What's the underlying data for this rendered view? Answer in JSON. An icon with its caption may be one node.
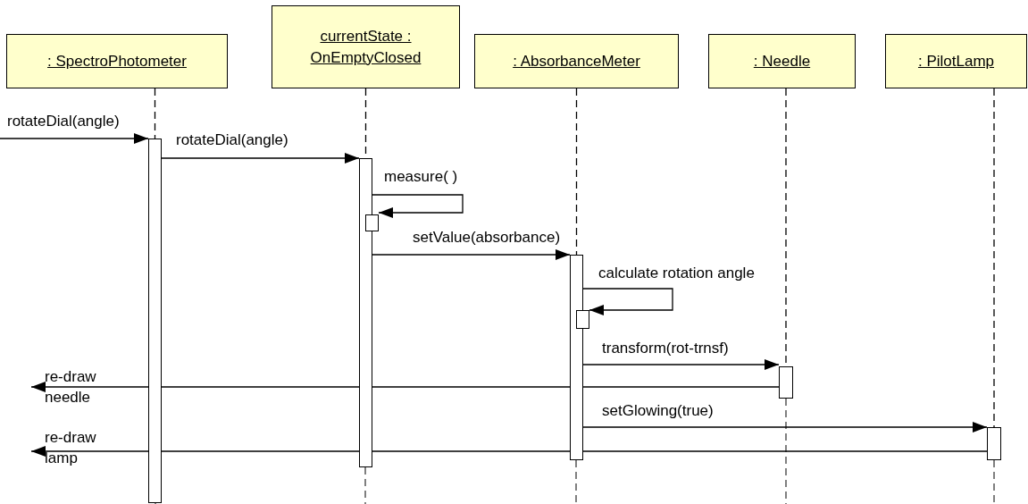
{
  "diagram": {
    "nodes": [
      {
        "text": [
          ": SpectroPhotometer"
        ]
      },
      {
        "text": [
          "currentState : OnEmptyClosed"
        ]
      },
      {
        "text": [
          ": AbsorbanceMeter"
        ]
      },
      {
        "text": [
          ": Needle"
        ]
      },
      {
        "text": [
          ": PilotLamp"
        ]
      },
      {
        "text": [],
        "shape": "bar"
      },
      {
        "text": [],
        "shape": "bar"
      },
      {
        "text": [],
        "shape": "bar"
      },
      {
        "text": [],
        "shape": "bar"
      },
      {
        "text": [],
        "shape": "bar"
      },
      {
        "text": [],
        "shape": "bar"
      },
      {
        "text": [],
        "shape": "bar"
      }
    ],
    "edges": [
      {
        "from": null,
        "to": 5,
        "arrow": "to",
        "label": "rotateDial(angle)"
      },
      {
        "from": 5,
        "to": 6,
        "arrow": "to",
        "label": "rotateDial(angle)"
      },
      {
        "from": 6,
        "to": 7,
        "arrow": "to",
        "label": "measure( )"
      },
      {
        "from": 6,
        "to": 8,
        "arrow": "to",
        "label": "setValue(absorbance)"
      },
      {
        "from": 8,
        "to": 9,
        "arrow": "to",
        "label": "calculate rotation angle"
      },
      {
        "from": 8,
        "to": 10,
        "arrow": "to",
        "label": "transform(rot-trnsf)"
      },
      {
        "from": 10,
        "to": null,
        "arrow": "to",
        "label": "re-draw needle"
      },
      {
        "from": 8,
        "to": 11,
        "arrow": "to",
        "label": "setGlowing(true)"
      },
      {
        "from": 11,
        "to": null,
        "arrow": "to",
        "label": "re-draw lamp"
      },
      {
        "from": 0,
        "to": 5,
        "arrow": "none",
        "style": "dashed"
      },
      {
        "from": 1,
        "to": 6,
        "arrow": "none",
        "style": "dashed"
      },
      {
        "from": 2,
        "to": 8,
        "arrow": "none",
        "style": "dashed"
      },
      {
        "from": 3,
        "to": 10,
        "arrow": "none",
        "style": "dashed"
      },
      {
        "from": 4,
        "to": 11,
        "arrow": "none",
        "style": "dashed"
      }
    ]
  }
}
